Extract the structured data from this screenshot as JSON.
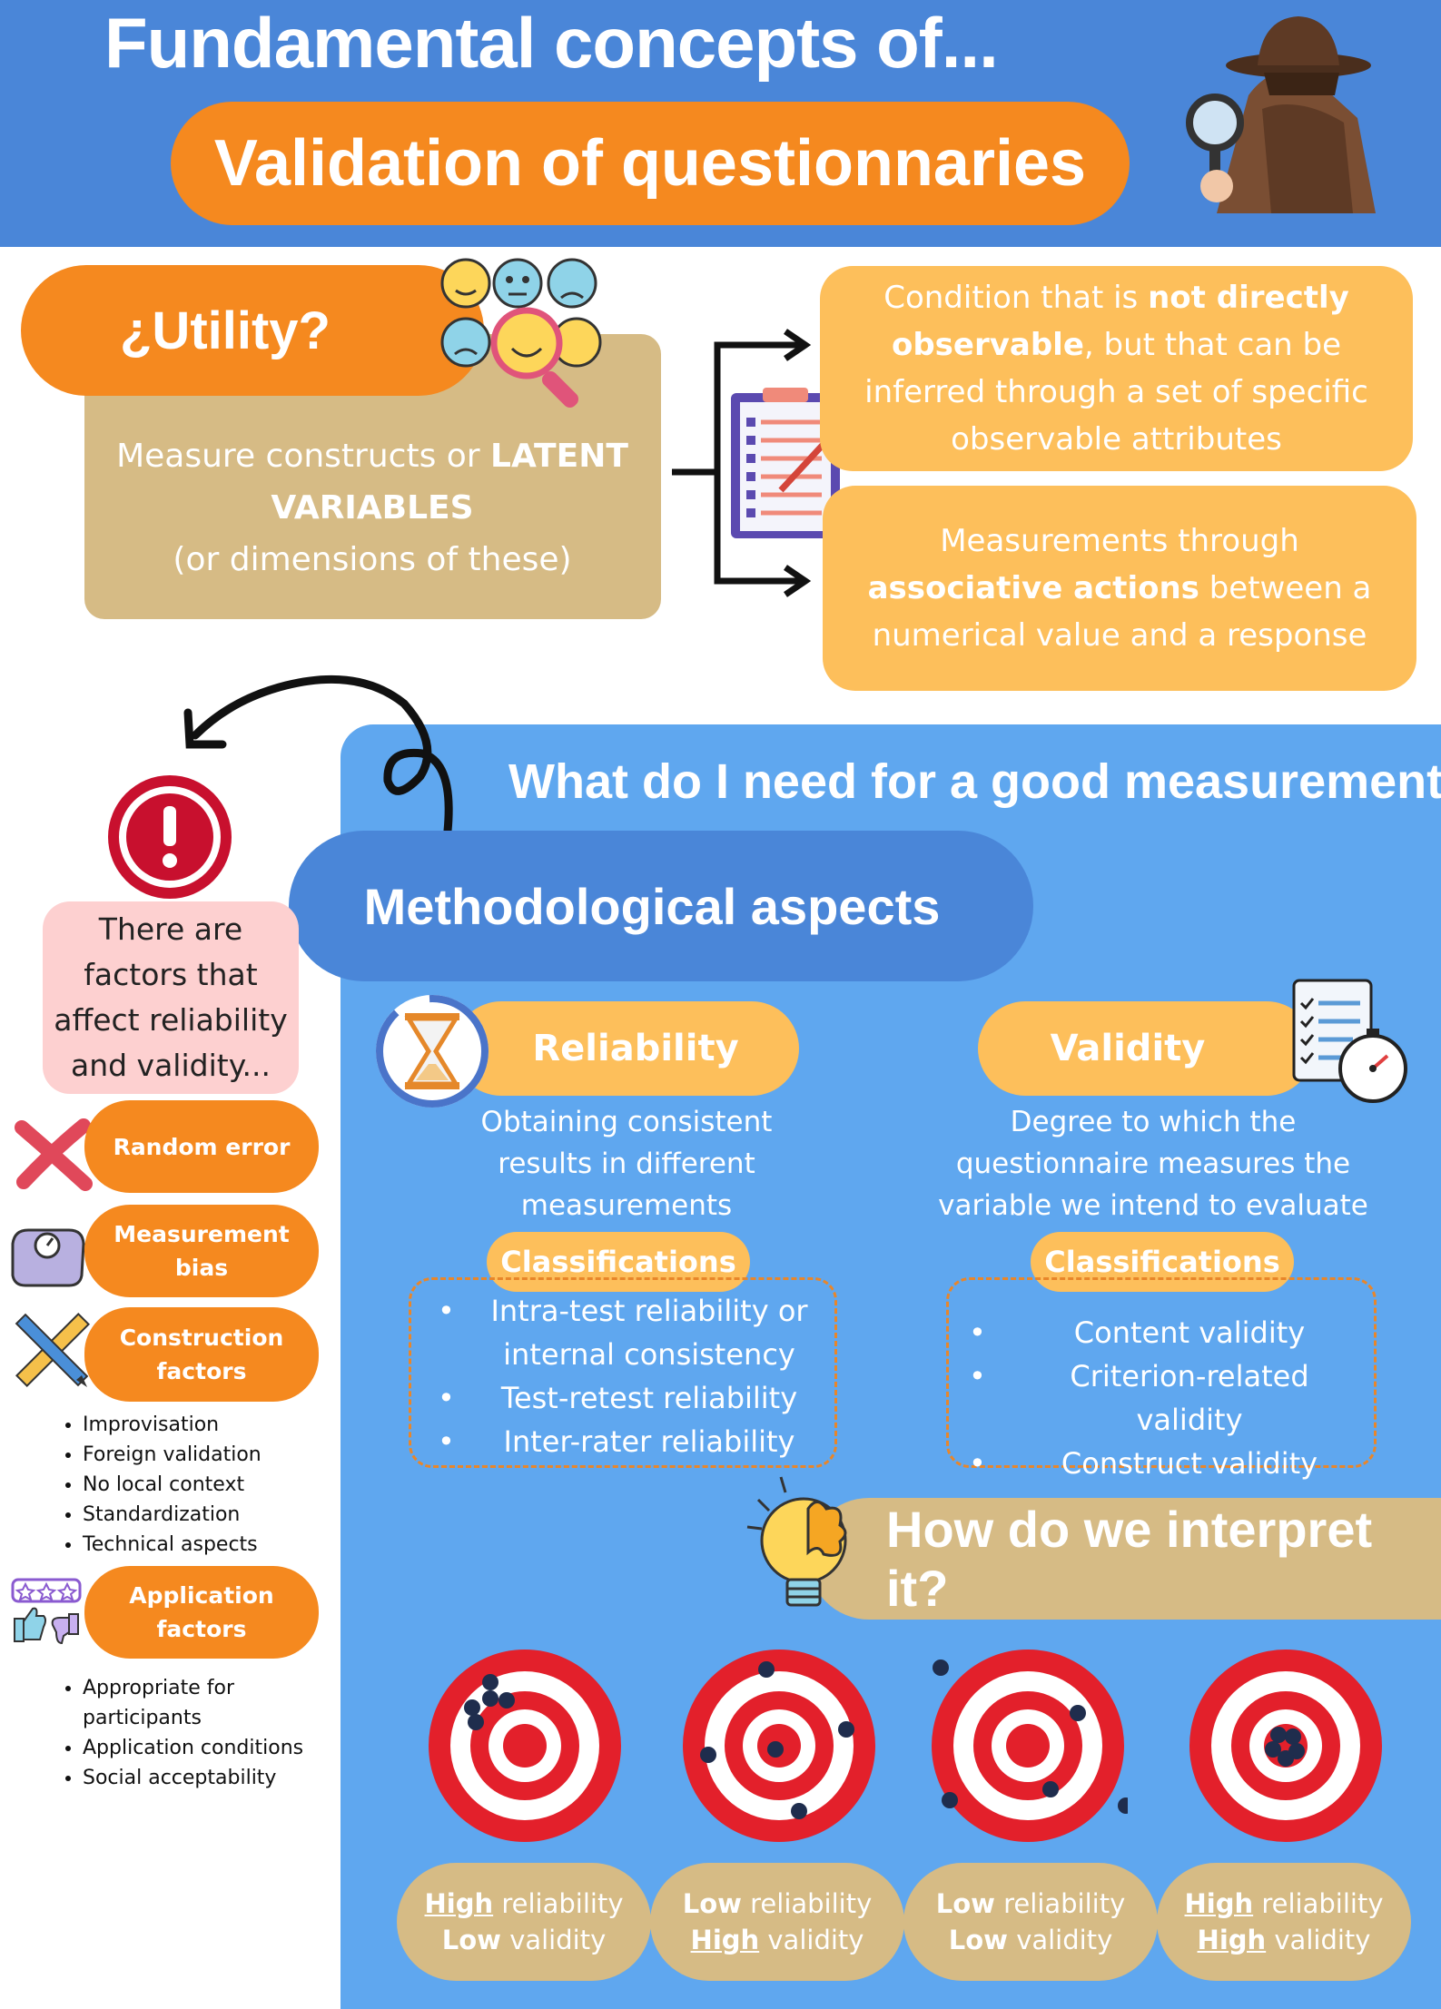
{
  "header": {
    "title": "Fundamental concepts of...",
    "subtitle": "Validation of questionnaries"
  },
  "utility": {
    "heading": "¿Utility?",
    "text_pre": "Measure constructs or ",
    "text_bold": "LATENT VARIABLES",
    "text_post": "(or dimensions of these)"
  },
  "definitions": {
    "first_pre": "Condition that is ",
    "first_bold": "not directly observable",
    "first_post": ", but that can be inferred through a set of specific observable attributes",
    "second_pre": "Measurements through ",
    "second_bold": "associative actions",
    "second_post": " between a numerical value and a response"
  },
  "measurement": {
    "question": "What do I need for a good measurement?",
    "method_label": "Methodological aspects"
  },
  "reliability": {
    "label": "Reliability",
    "description": "Obtaining consistent results in different measurements",
    "classifications_label": "Classifications",
    "items": [
      "Intra-test reliability or internal consistency",
      "Test-retest reliability",
      "Inter-rater reliability"
    ]
  },
  "validity": {
    "label": "Validity",
    "description": "Degree to which the questionnaire measures the variable we intend to evaluate",
    "classifications_label": "Classifications",
    "items": [
      "Content validity",
      "Criterion-related validity",
      "Construct validity"
    ]
  },
  "interpret": {
    "title": "How do we interpret it?",
    "results": [
      {
        "rel_level": "High",
        "rel_word": "reliability",
        "val_level": "Low",
        "val_word": "validity"
      },
      {
        "rel_level": "Low",
        "rel_word": "reliability",
        "val_level": "High",
        "val_word": "validity"
      },
      {
        "rel_level": "Low",
        "rel_word": "reliability",
        "val_level": "Low",
        "val_word": "validity"
      },
      {
        "rel_level": "High",
        "rel_word": "reliability",
        "val_level": "High",
        "val_word": "validity"
      }
    ]
  },
  "factors": {
    "note": "There are factors that affect reliability and validity...",
    "random_error": "Random error",
    "measurement_bias": "Measurement bias",
    "construction_factors": "Construction factors",
    "construction_items": [
      "Improvisation",
      "Foreign validation",
      "No local context",
      "Standardization",
      "Technical aspects"
    ],
    "application_factors": "Application factors",
    "application_items": [
      "Appropriate for participants",
      "Application conditions",
      "Social acceptability"
    ]
  },
  "colors": {
    "header_blue": "#4a86d8",
    "orange": "#f5891f",
    "light_orange": "#fdbf5b",
    "tan": "#d6bb85",
    "panel_blue": "#5fa7ef",
    "pink": "#fdd0d0",
    "target_red": "#e3202b"
  }
}
